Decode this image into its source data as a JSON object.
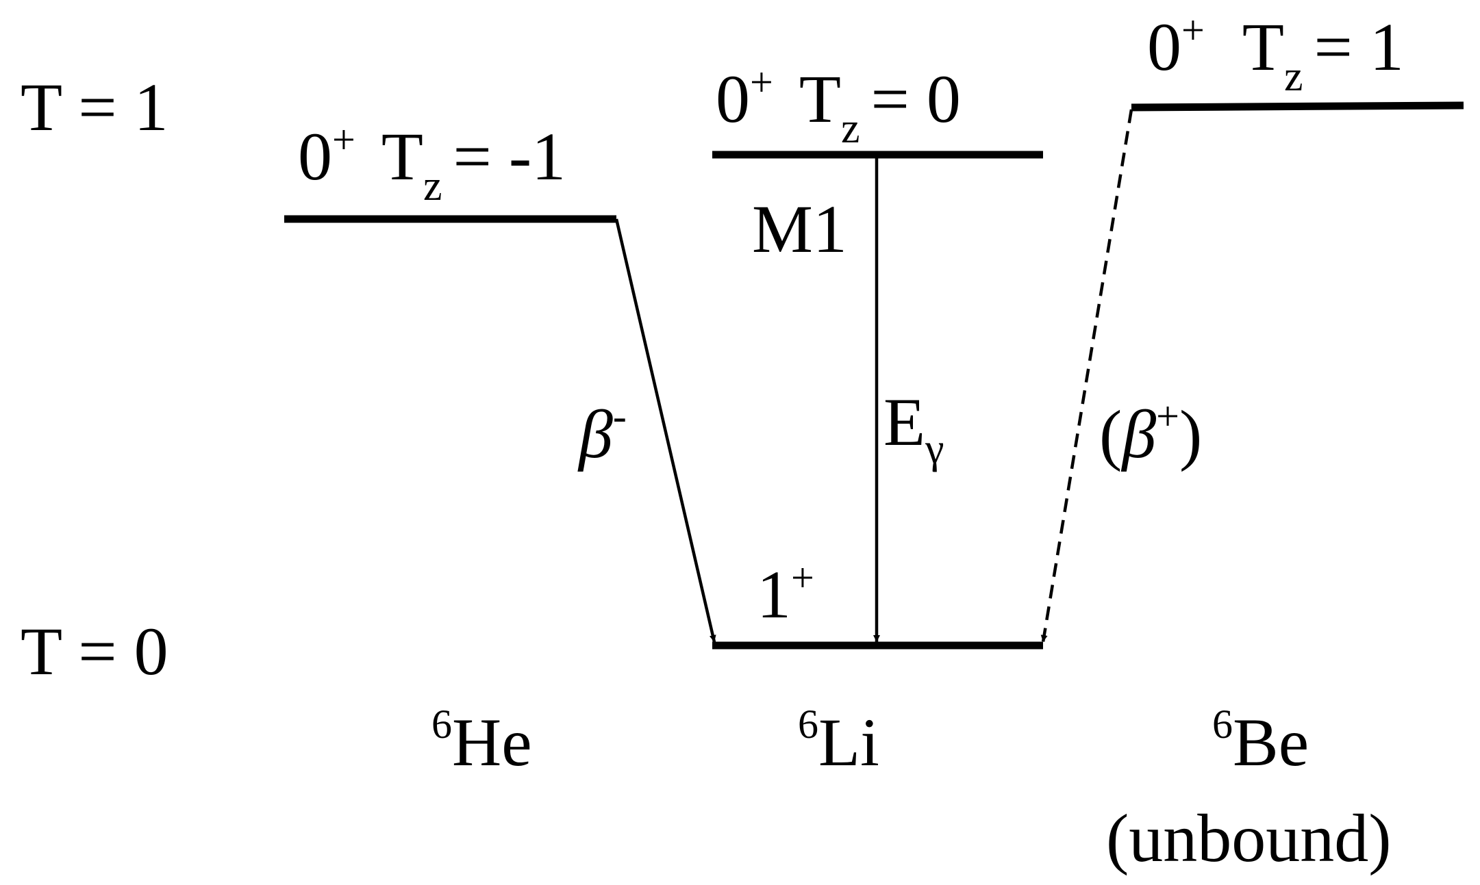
{
  "isospin": {
    "upper": "T = 1",
    "lower": "T = 0"
  },
  "levels": {
    "he6": {
      "spin": "0",
      "parity": "+",
      "tz_symbol": "T",
      "tz_subscript": "z",
      "tz_value": "= -1"
    },
    "li6_excited": {
      "spin": "0",
      "parity": "+",
      "tz_symbol": "T",
      "tz_subscript": "z",
      "tz_value": "= 0"
    },
    "be6": {
      "spin": "0",
      "parity": "+",
      "tz_symbol": "T",
      "tz_subscript": "z",
      "tz_value": "= 1"
    },
    "li6_ground": {
      "spin": "1",
      "parity": "+"
    }
  },
  "transitions": {
    "beta_minus": {
      "symbol": "β",
      "charge": "-"
    },
    "gamma": {
      "multipolarity": "M1",
      "energy_symbol": "E",
      "energy_subscript": "γ"
    },
    "beta_plus": {
      "open_paren": "(",
      "symbol": "β",
      "charge": "+",
      "close_paren": ")"
    }
  },
  "nuclei": {
    "he6": {
      "mass": "6",
      "element": "He"
    },
    "li6": {
      "mass": "6",
      "element": "Li"
    },
    "be6": {
      "mass": "6",
      "element": "Be",
      "note": "(unbound)"
    }
  },
  "colors": {
    "ink": "#000000",
    "background": "#ffffff"
  }
}
